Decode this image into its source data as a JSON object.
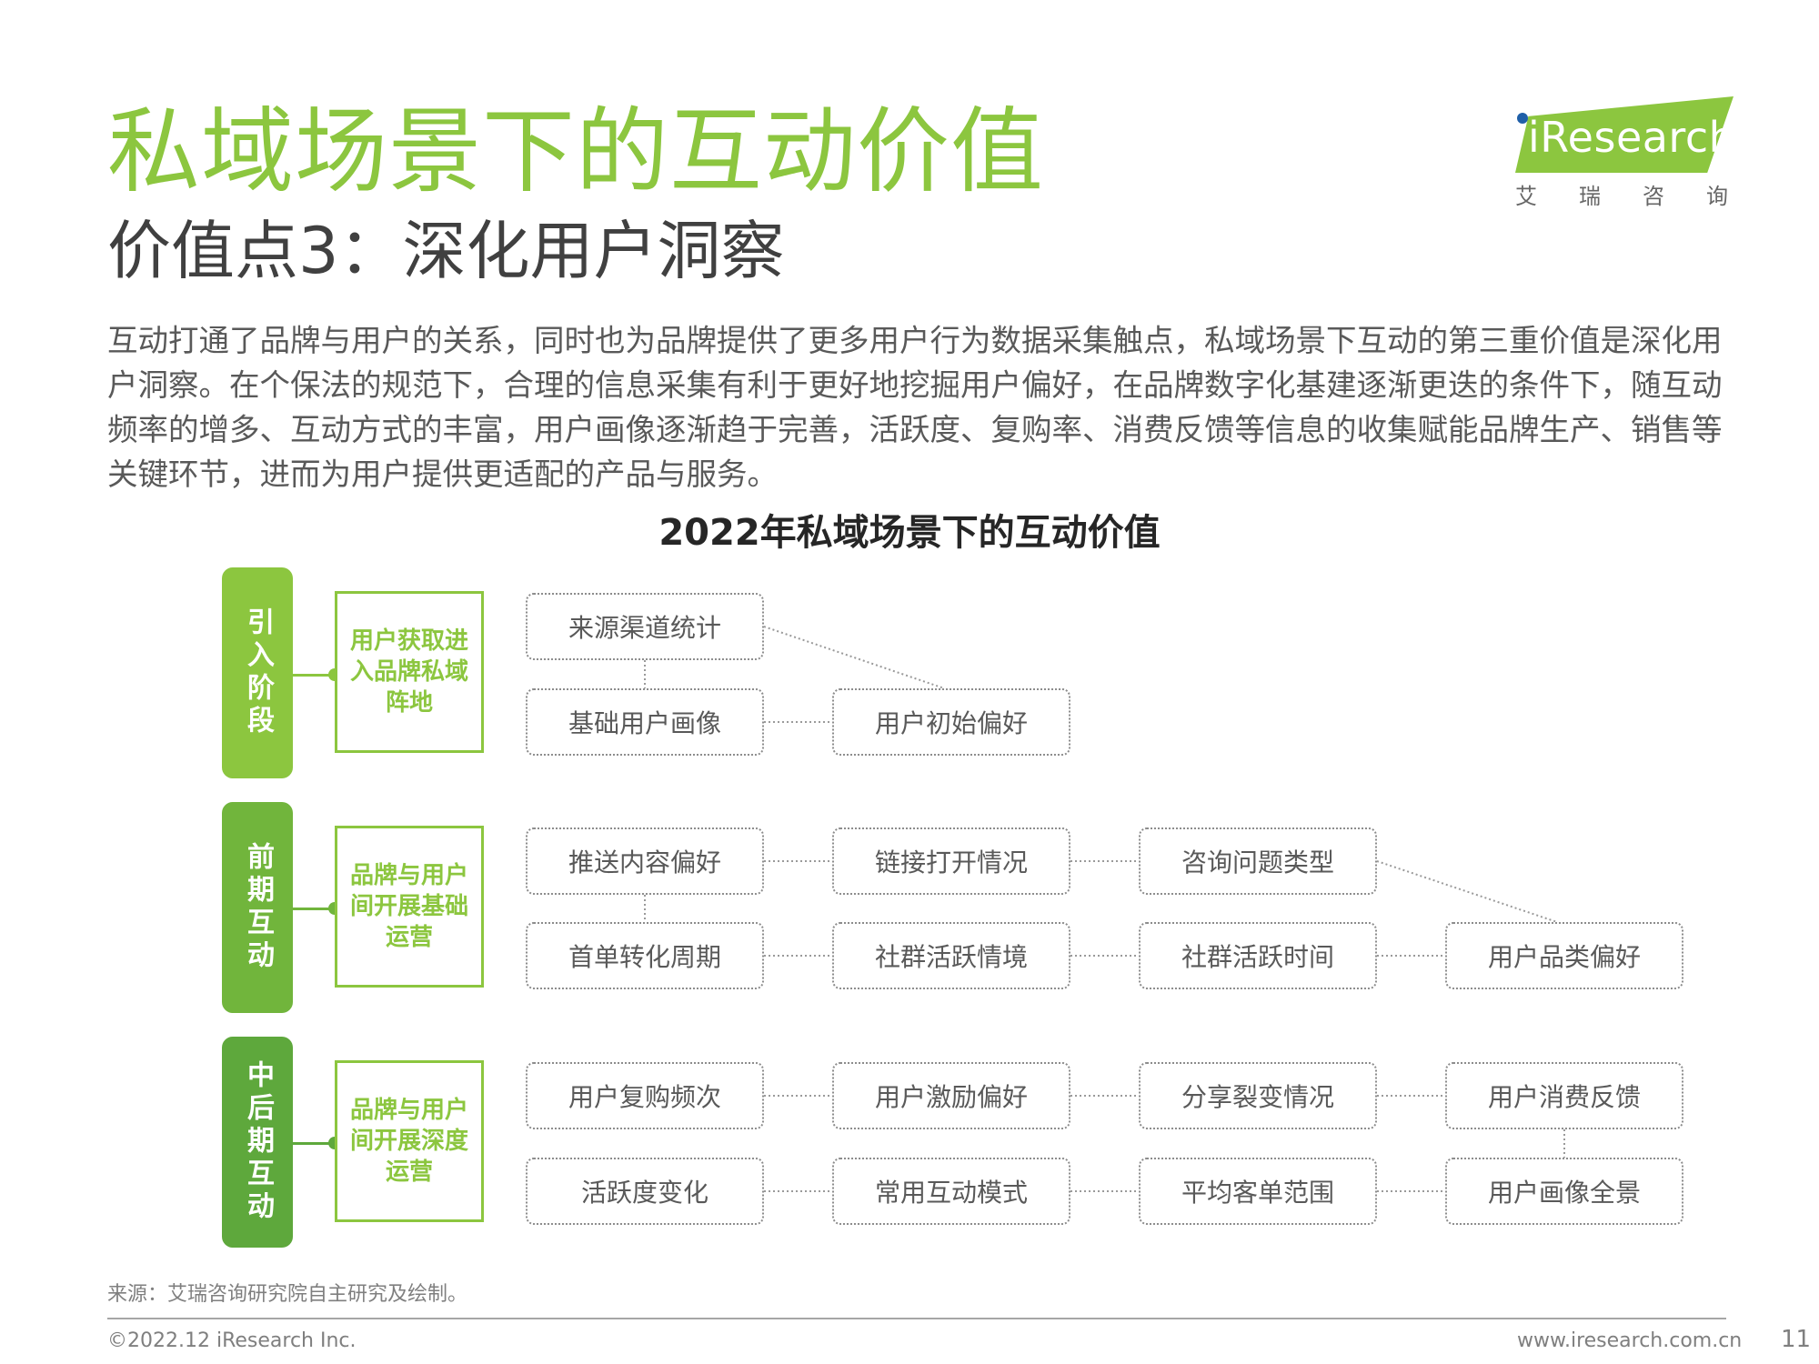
{
  "header": {
    "title": "私域场景下的互动价值",
    "subtitle": "价值点3：深化用户洞察",
    "logo": {
      "brand": "iResearch",
      "cn": "艾瑞咨询",
      "accent": "#8cc63f",
      "dot_color": "#1f5fa8"
    }
  },
  "intro": {
    "lines": [
      "互动打通了品牌与用户的关系，同时也为品牌提供了更多用户行为数据采集触点，私域场景下互动的第三重价值是深化用",
      "户洞察。在个保法的规范下，合理的信息采集有利于更好地挖掘用户偏好，在品牌数字化基建逐渐更迭的条件下，随互动",
      "频率的增多、互动方式的丰富，用户画像逐渐趋于完善，活跃度、复购率、消费反馈等信息的收集赋能品牌生产、销售等",
      "关键环节，进而为用户提供更适配的产品与服务。"
    ]
  },
  "diagram": {
    "title": "2022年私域场景下的互动价值",
    "stages": [
      {
        "name": "引入阶段",
        "color": "#8cc63f",
        "goal": "用户获取进入品牌私域阵地",
        "rows": [
          [
            "来源渠道统计"
          ],
          [
            "基础用户画像",
            "用户初始偏好"
          ]
        ]
      },
      {
        "name": "前期互动",
        "color": "#71b53c",
        "goal": "品牌与用户间开展基础运营",
        "rows": [
          [
            "推送内容偏好",
            "链接打开情况",
            "咨询问题类型"
          ],
          [
            "首单转化周期",
            "社群活跃情境",
            "社群活跃时间",
            "用户品类偏好"
          ]
        ]
      },
      {
        "name": "中后期互动",
        "color": "#5ea83c",
        "goal": "品牌与用户间开展深度运营",
        "rows": [
          [
            "用户复购频次",
            "用户激励偏好",
            "分享裂变情况",
            "用户消费反馈"
          ],
          [
            "活跃度变化",
            "常用互动模式",
            "平均客单范围",
            "用户画像全景"
          ]
        ]
      }
    ]
  },
  "footer": {
    "source": "来源：艾瑞咨询研究院自主研究及绘制。",
    "copyright": "©2022.12 iResearch Inc.",
    "website": "www.iresearch.com.cn",
    "page": "11"
  }
}
